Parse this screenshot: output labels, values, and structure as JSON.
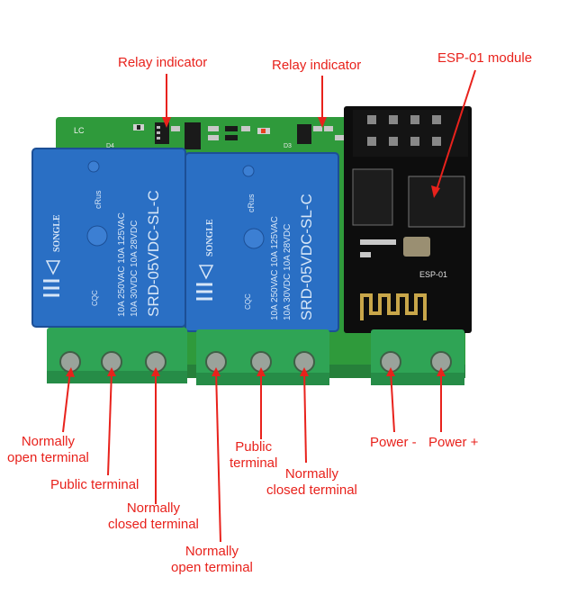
{
  "labels": {
    "relay_indicator_1": "Relay indicator",
    "relay_indicator_2": "Relay indicator",
    "esp_module": "ESP-01 module",
    "no_terminal_1": [
      "Normally",
      "open terminal"
    ],
    "public_terminal_1": "Public terminal",
    "nc_terminal_1": [
      "Normally",
      "closed terminal"
    ],
    "public_terminal_2": [
      "Public",
      "terminal"
    ],
    "nc_terminal_2": [
      "Normally",
      "closed terminal"
    ],
    "no_terminal_2": [
      "Normally",
      "open terminal"
    ],
    "power_minus": "Power -",
    "power_plus": "Power +"
  },
  "board": {
    "silkscreen_lc": "LC",
    "silk_d4": "D4",
    "silk_d3": "D3"
  },
  "relays": [
    {
      "brand": "SONGLE",
      "model": "SRD-05VDC-SL-C",
      "rating1": "10A 250VAC 10A 125VAC",
      "rating2": "10A 30VDC 10A 28VDC",
      "cert": "cRus",
      "cqc": "CQC"
    },
    {
      "brand": "SONGLE",
      "model": "SRD-05VDC-SL-C",
      "rating1": "10A 250VAC 10A 125VAC",
      "rating2": "10A 30VDC 10A 28VDC",
      "cert": "cRus",
      "cqc": "CQC"
    }
  ],
  "esp": {
    "silk": "ESP-01"
  },
  "colors": {
    "label_red": "#e8221c",
    "pcb_green": "#2f9a3b",
    "relay_blue": "#2a6fc4",
    "terminal_green": "#2fa455"
  }
}
